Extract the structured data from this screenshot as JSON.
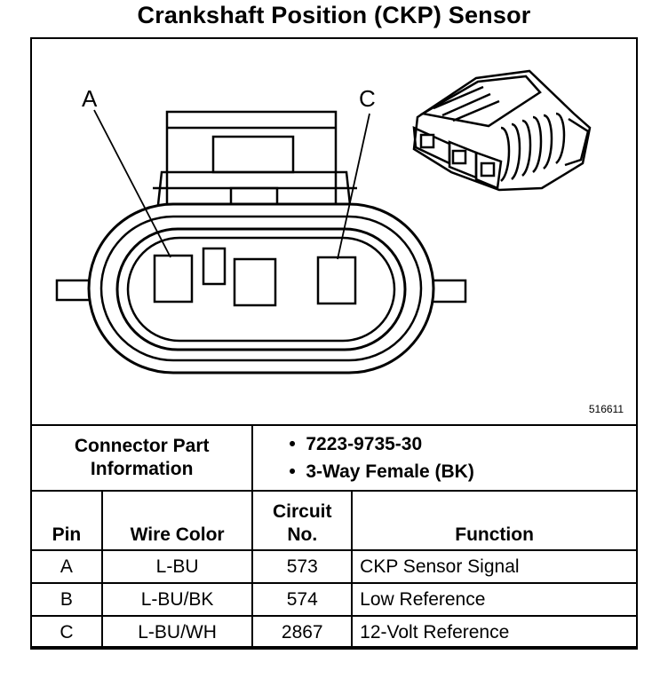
{
  "title": "Crankshaft Position (CKP) Sensor",
  "diagram": {
    "pin_labels": [
      "A",
      "C"
    ],
    "ref_number": "516611"
  },
  "connector": {
    "label_line1": "Connector Part",
    "label_line2": "Information",
    "items": [
      "7223-9735-30",
      "3-Way Female (BK)"
    ]
  },
  "table": {
    "headers": {
      "pin": "Pin",
      "wire_color": "Wire Color",
      "circuit_line1": "Circuit",
      "circuit_line2": "No.",
      "function": "Function"
    },
    "rows": [
      {
        "pin": "A",
        "wire_color": "L-BU",
        "circuit": "573",
        "function": "CKP Sensor Signal"
      },
      {
        "pin": "B",
        "wire_color": "L-BU/BK",
        "circuit": "574",
        "function": "Low Reference"
      },
      {
        "pin": "C",
        "wire_color": "L-BU/WH",
        "circuit": "2867",
        "function": "12-Volt Reference"
      }
    ]
  }
}
